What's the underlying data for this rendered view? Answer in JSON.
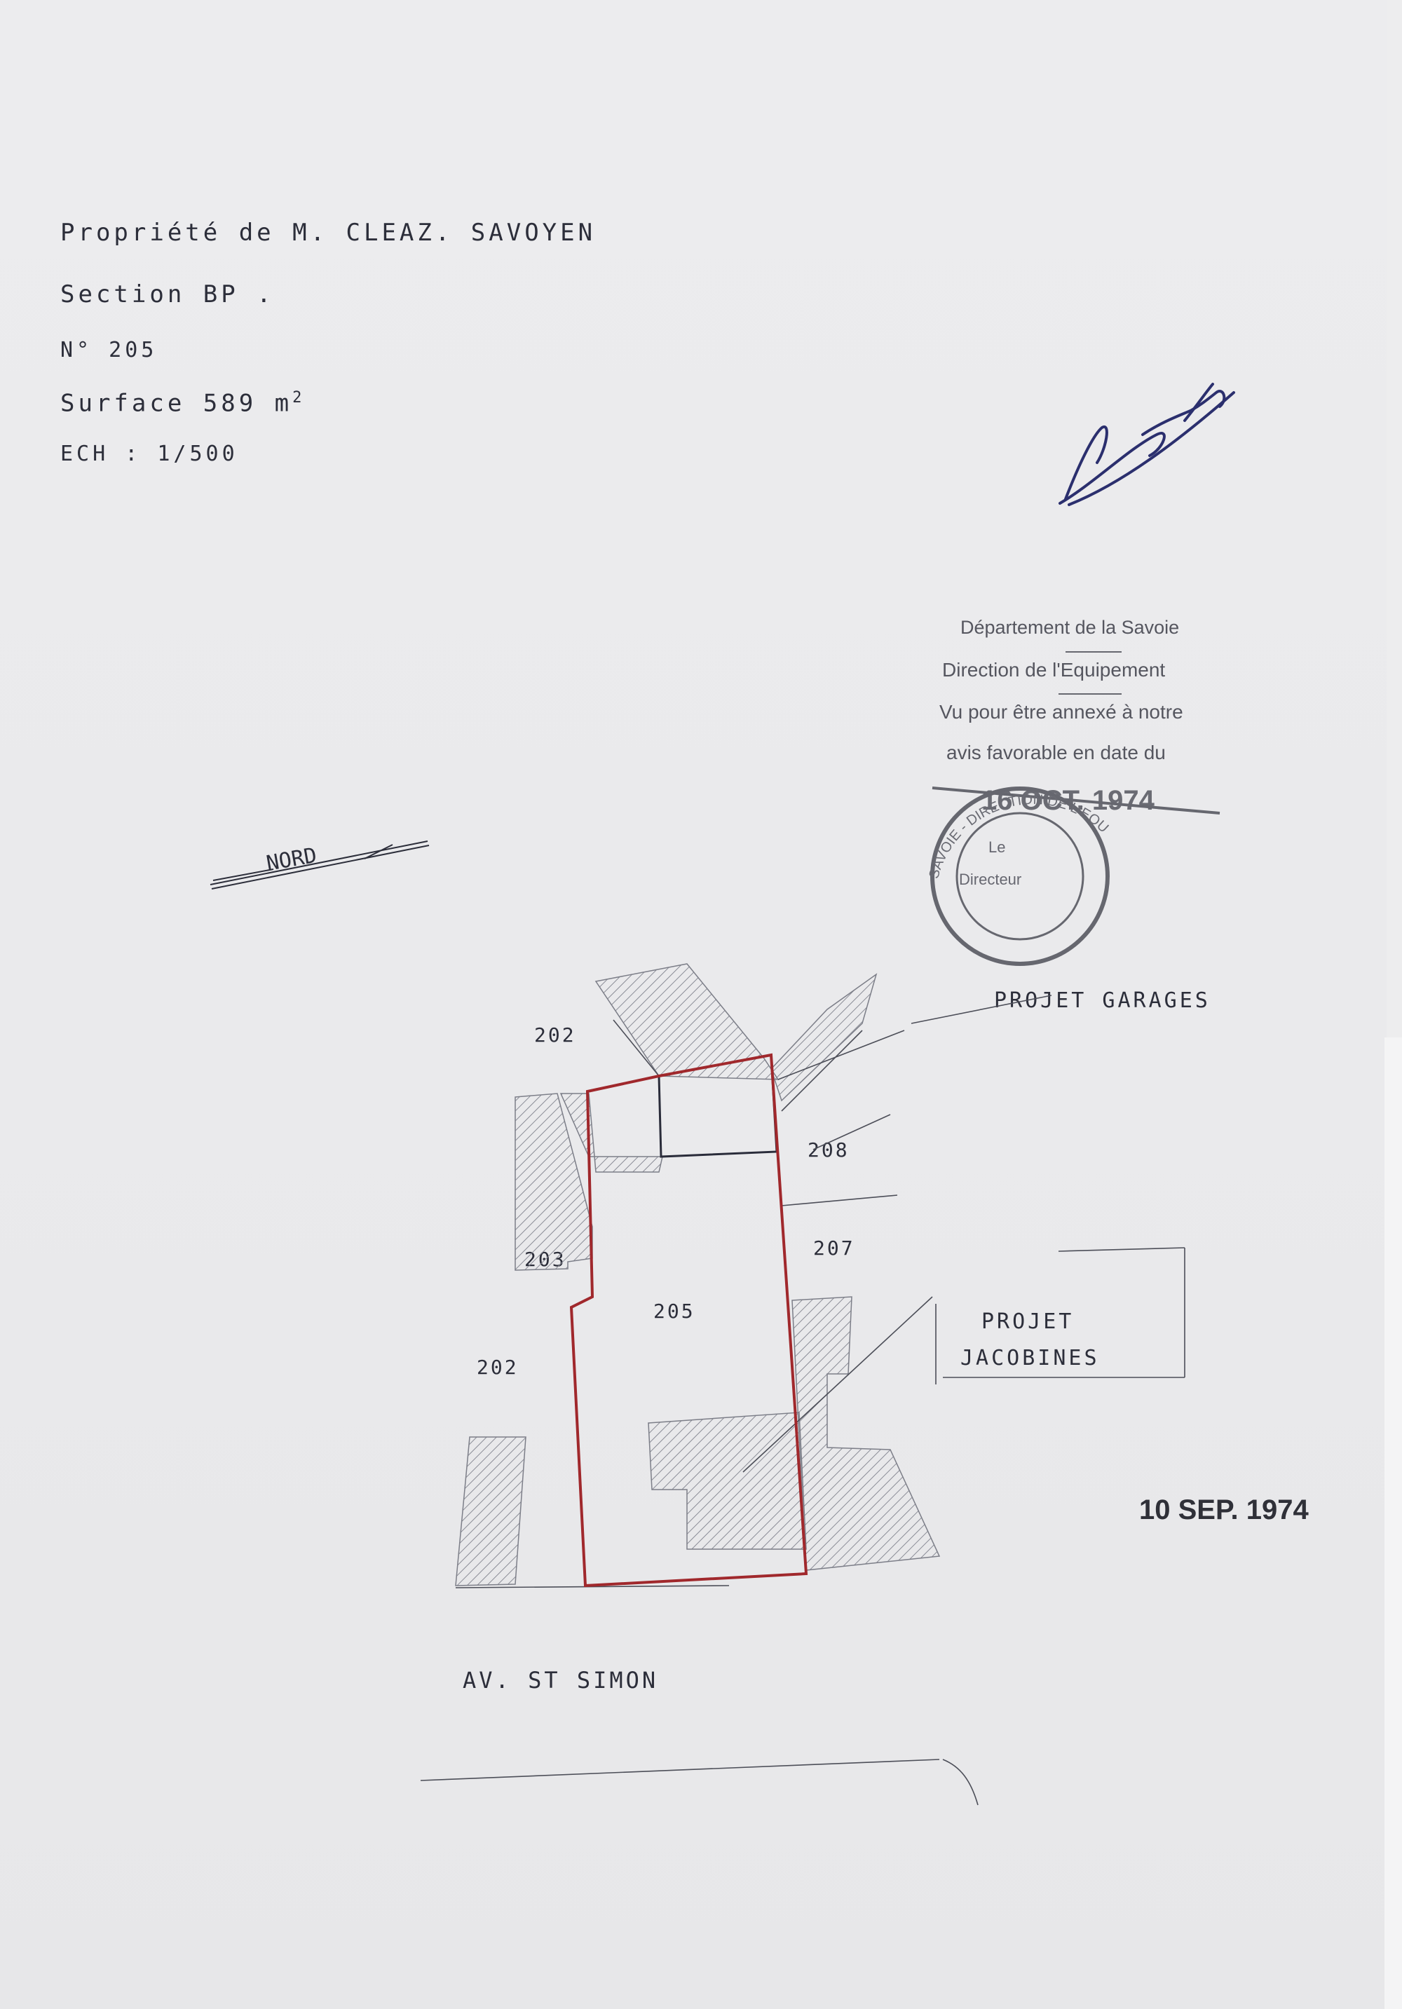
{
  "header": {
    "line1": "Propriété  de M. CLEAZ. SAVOYEN",
    "line2": "Section BP .",
    "line3": "N° 205",
    "line4_prefix": "Surface 589 m",
    "line4_sup": "2",
    "line5": "ECH : 1/500"
  },
  "signature": "Cleaz",
  "stamp": {
    "line1": "Département de la Savoie",
    "line2": "Direction de l'Equipement",
    "line3": "Vu pour être annexé à notre",
    "line4": "avis favorable en date du",
    "date": "16 OCT. 1974",
    "seal_center_1": "Le",
    "seal_center_2": "Directeur",
    "seal_ring": "SAVOIE - DIRECTION DE L'EQUIPEMENT"
  },
  "north_label": "NORD",
  "labels": {
    "projet_garages": "PROJET GARAGES",
    "projet_jacobines_1": "PROJET",
    "projet_jacobines_2": "JACOBINES",
    "street": "AV.  ST    SIMON"
  },
  "parcels": {
    "p202_top": "202",
    "p208": "208",
    "p203": "203",
    "p207": "207",
    "p205": "205",
    "p202_left": "202"
  },
  "date_received": "10 SEP. 1974",
  "colors": {
    "ink": "#2c2e3a",
    "boundary_red": "#a0282c",
    "stamp_gray": "#55565f",
    "paper": "#ececee"
  }
}
